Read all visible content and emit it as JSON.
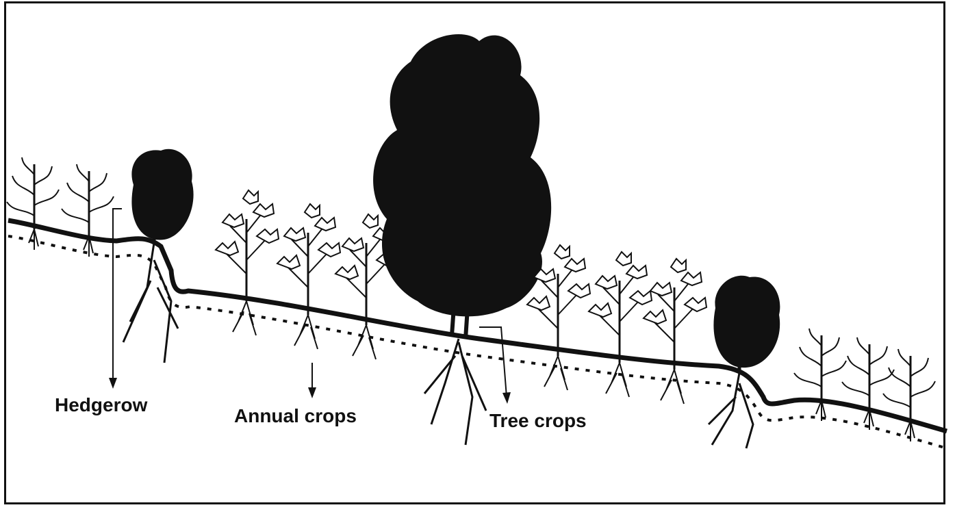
{
  "labels": {
    "hedgerow": "Hedgerow",
    "annual_crops": "Annual crops",
    "tree_crops": "Tree crops"
  },
  "colors": {
    "ink": "#111111",
    "paper": "#ffffff"
  }
}
